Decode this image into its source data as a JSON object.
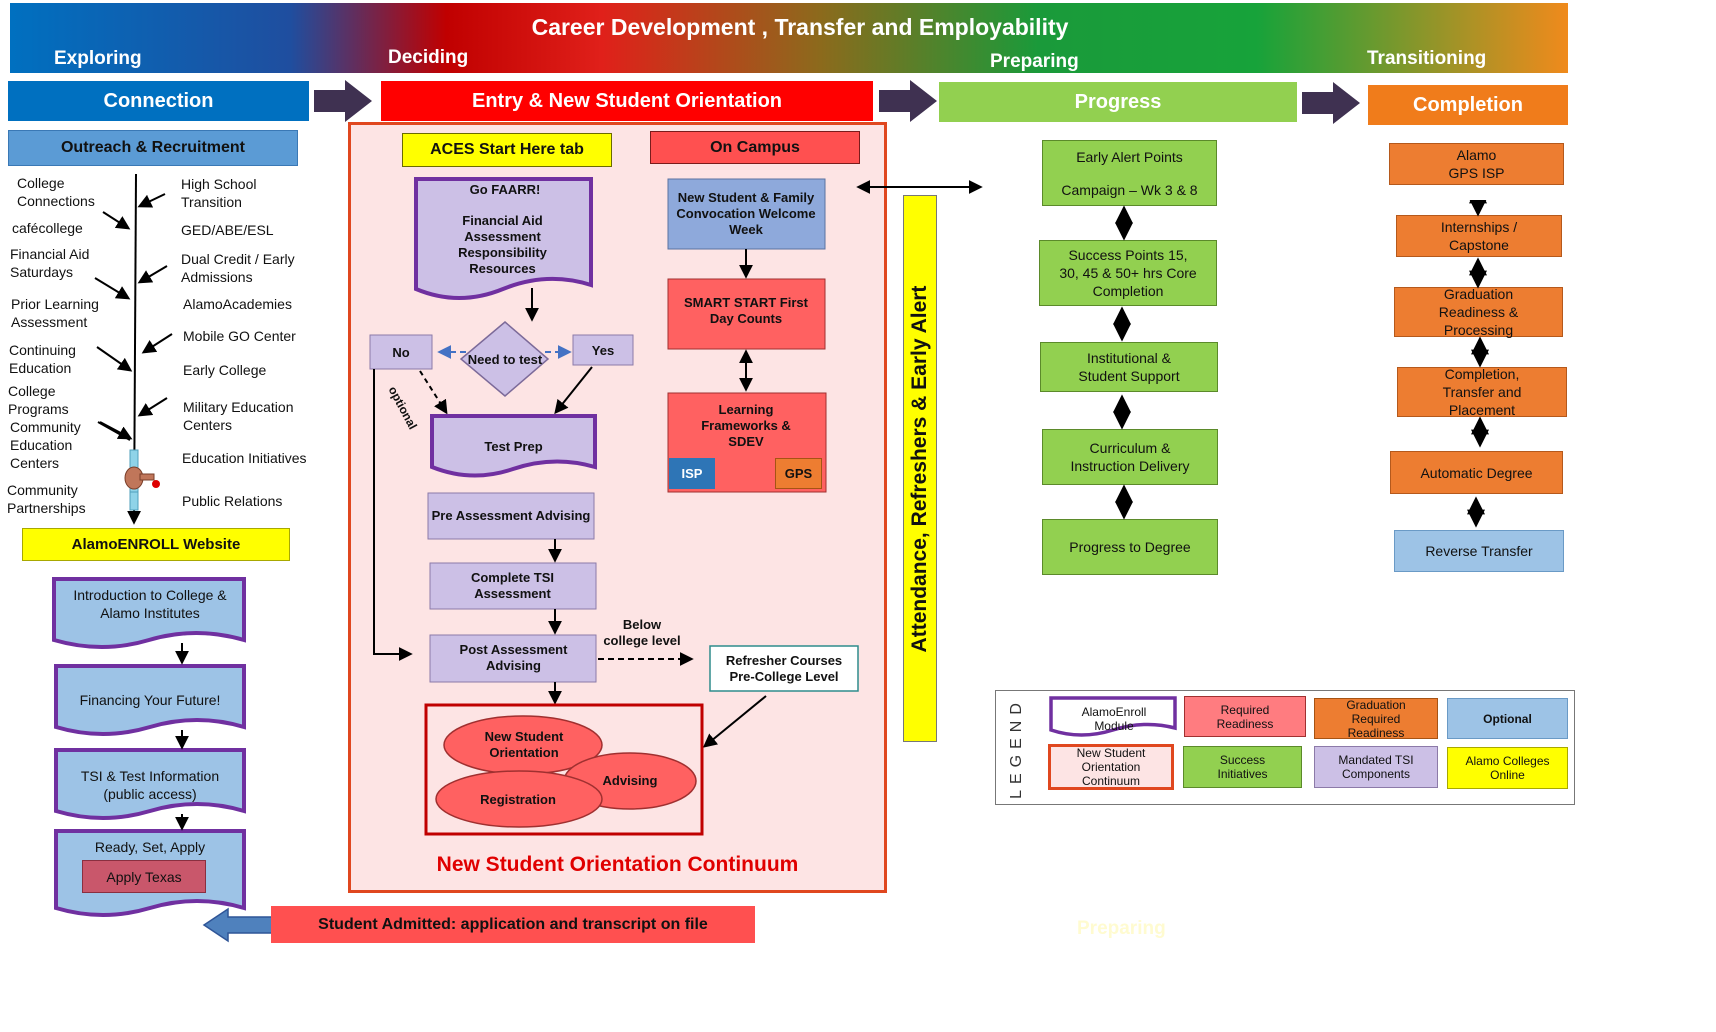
{
  "banner": {
    "title": "Career Development , Transfer and Employability",
    "phases": [
      "Exploring",
      "Deciding",
      "Preparing",
      "Transitioning"
    ]
  },
  "stages": {
    "connection": "Connection",
    "entry": "Entry & New Student Orientation",
    "progress": "Progress",
    "completion": "Completion"
  },
  "connection": {
    "outreach_header": "Outreach & Recruitment",
    "left_items": [
      "College Connections",
      "cafécollege",
      "Financial Aid Saturdays",
      "Prior Learning Assessment",
      "Continuing Education",
      "College Programs",
      "Community Education Centers",
      "Community Partnerships"
    ],
    "right_items": [
      "High School Transition",
      "GED/ABE/ESL",
      "Dual Credit / Early Admissions",
      "AlamoAcademies",
      "Mobile GO Center",
      "Early College",
      "Military Education Centers",
      "Education Initiatives",
      "Public Relations"
    ],
    "website": "AlamoENROLL Website",
    "modules": [
      "Introduction to College & Alamo Institutes",
      "Financing Your Future!",
      "TSI & Test Information (public access)",
      "Ready, Set, Apply"
    ],
    "apply_texas": "Apply Texas",
    "admitted": "Student Admitted: application and transcript on file"
  },
  "entry": {
    "aces": "ACES Start Here tab",
    "on_campus": "On Campus",
    "go_faarr": "Go FAARR!",
    "go_faarr_sub": "Financial Aid Assessment Responsibility Resources",
    "need_to_test": "Need to test",
    "no": "No",
    "yes": "Yes",
    "optional": "optional",
    "test_prep": "Test Prep",
    "pre_assessment": "Pre Assessment Advising",
    "complete_tsi": "Complete TSI Assessment",
    "post_assessment": "Post Assessment Advising",
    "below_level": "Below college level",
    "refresher": "Refresher Courses Pre-College Level",
    "convocation": "New Student & Family Convocation Welcome Week",
    "smart_start": "SMART START First Day Counts",
    "learning": "Learning Frameworks & SDEV",
    "isp": "ISP",
    "gps": "GPS",
    "orientation": "New Student Orientation",
    "advising": "Advising",
    "registration": "Registration",
    "continuum": "New Student Orientation Continuum"
  },
  "attendance": "Attendance, Refreshers & Early Alert",
  "progress_items": [
    "Early Alert Points",
    "Campaign – Wk 3 & 8",
    "Success Points 15, 30, 45 & 50+ hrs Core Completion",
    "Institutional & Student Support",
    "Curriculum & Instruction Delivery",
    "Progress to Degree"
  ],
  "completion_items": [
    "Alamo GPS ISP",
    "Internships / Capstone",
    "Graduation Readiness & Processing",
    "Completion, Transfer and Placement",
    "Automatic Degree",
    "Reverse Transfer"
  ],
  "legend": {
    "title": "LEGEND",
    "items": [
      "AlamoEnroll Module",
      "Required Readiness",
      "Graduation Required Readiness",
      "Optional",
      "New Student Orientation Continuum",
      "Success Initiatives",
      "Mandated TSI Components",
      "Alamo Colleges Online"
    ]
  },
  "faded": "Preparing",
  "colors": {
    "connection_blue": "#0070c0",
    "entry_red": "#ff0000",
    "progress_green": "#92d050",
    "completion_orange": "#f07c1b",
    "module_purple": "#7030a0",
    "tsi_lavender": "#ccc0e6",
    "required_red": "#ff6161",
    "highlight_yellow": "#ffff00"
  }
}
